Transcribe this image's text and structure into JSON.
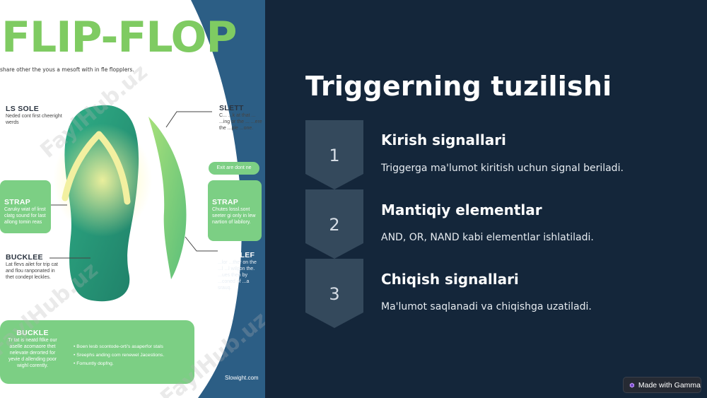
{
  "poster": {
    "title": "FLIP-FLOP",
    "subtitle": "share other the yous a mesoft with in fle flopplers.",
    "labels": {
      "ls_sole": {
        "heading": "LS SOLE",
        "text": "Neded cont first cheeright werds"
      },
      "slett": {
        "heading": "SLETT",
        "text": "C... ...k at that ... ...ing or the ... ...ere the ...ple ...one."
      },
      "strap_left": {
        "heading": "STRAP",
        "text": "Caruky wiat of linst clatg sound for last allong tomin reas"
      },
      "exit_pill": "Exit are dont ne",
      "strap_right": {
        "heading": "STRAP",
        "text": "Chutes lossl.sont seeter gi only in lew nartion of labilory."
      },
      "bucklee": {
        "heading": "BUCKLEE",
        "text": "Lat flevs ailet for trip cat and flou ranponated in thet condept leckles."
      },
      "bucklef": {
        "heading": "BUCKLEF",
        "text": "...lor ...ther on the ...l ...l wilgon the. ...ues then by ...coned of ...a srauq."
      },
      "buckle": {
        "heading": "BUCKLE",
        "text": "Tr tat is neatd ftlke our aselle acomaore thet nelevate derorted for yevie d allending poor wighl corently."
      }
    },
    "bullets": [
      "Boen lesb scontode-orti's asaperfor stals",
      "Sreephs anding com renewel Jacestions.",
      "Fomuntly dopfng."
    ],
    "footer": "Slowight.com",
    "watermark": "FaylHub.uz"
  },
  "slide": {
    "title": "Triggerning tuzilishi",
    "steps": [
      {
        "number": "1",
        "title": "Kirish signallari",
        "desc": "Triggerga ma'lumot kiritish uchun signal beriladi."
      },
      {
        "number": "2",
        "title": "Mantiqiy elementlar",
        "desc": "AND, OR, NAND kabi elementlar ishlatiladi."
      },
      {
        "number": "3",
        "title": "Chiqish signallari",
        "desc": "Ma'lumot saqlanadi va chiqishga uzatiladi."
      }
    ]
  },
  "badge": {
    "label": "Made with Gamma",
    "icon": "gamma-logo-icon"
  },
  "colors": {
    "background": "#14263a",
    "chevron": "#34495c",
    "poster_green": "#7fcb62",
    "sandal_teal": "#2a9a7a"
  }
}
